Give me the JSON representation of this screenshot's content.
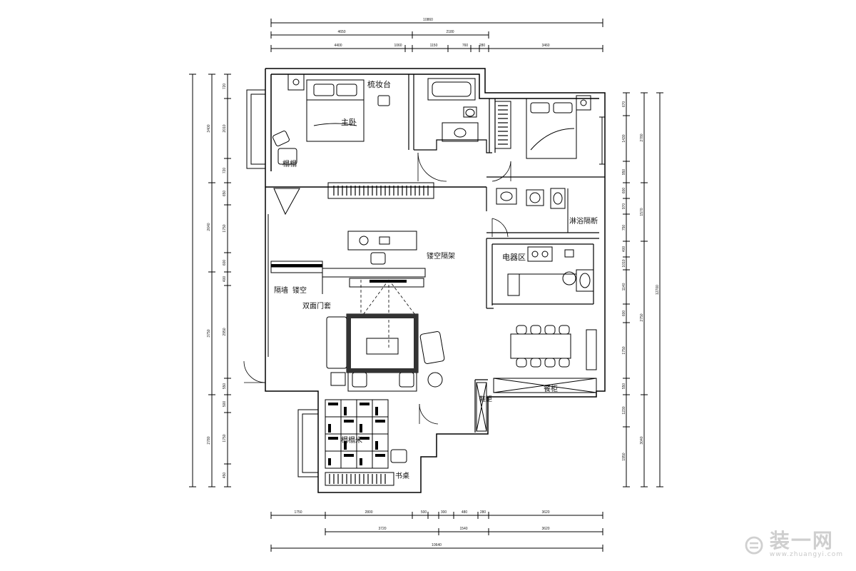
{
  "dimensions": {
    "top_total": "10860",
    "top_mid": [
      "4650",
      "2180"
    ],
    "top_detail": [
      "4400",
      "1060",
      "1150",
      "760",
      "280",
      "3460"
    ],
    "bottom_detail": [
      "1750",
      "2800",
      "500",
      "300",
      "480",
      "280",
      "3620"
    ],
    "bottom_mid": [
      "3720",
      "1540",
      "3620"
    ],
    "bottom_total": "10640",
    "left_outer": [
      "3400",
      "2640",
      "3750",
      "2780"
    ],
    "left_inner": [
      "720",
      "2010",
      "720",
      "650",
      "1750",
      "600",
      "400",
      "2950",
      "550",
      "500",
      "1750",
      "450"
    ],
    "right_inner": [
      "670",
      "1430",
      "950",
      "600",
      "970",
      "750",
      "400",
      "1010",
      "1140",
      "600",
      "1750",
      "550",
      "1230",
      "1950"
    ],
    "right_mid": [
      "2780",
      "1570",
      "2750",
      "3040"
    ],
    "right_total": "12700"
  },
  "rooms": {
    "master_bedroom": "主卧",
    "dresser": "梳妆台",
    "bedroom_lower_left": "榻榻",
    "shower_partition": "淋浴隔断",
    "appliance_area": "电器区",
    "hollow_rack": "镂空隔架",
    "partition_wall": "隔墙",
    "hollow": "镂空",
    "double_door_cover": "双面门套",
    "sideboard": "餐柜",
    "shoe_cabinet": "鞋柜",
    "tatami": "榻榻米",
    "desk": "书桌"
  },
  "watermark": {
    "mark": "⊜",
    "name": "装一网",
    "url": "www.zhuangyi.com"
  }
}
